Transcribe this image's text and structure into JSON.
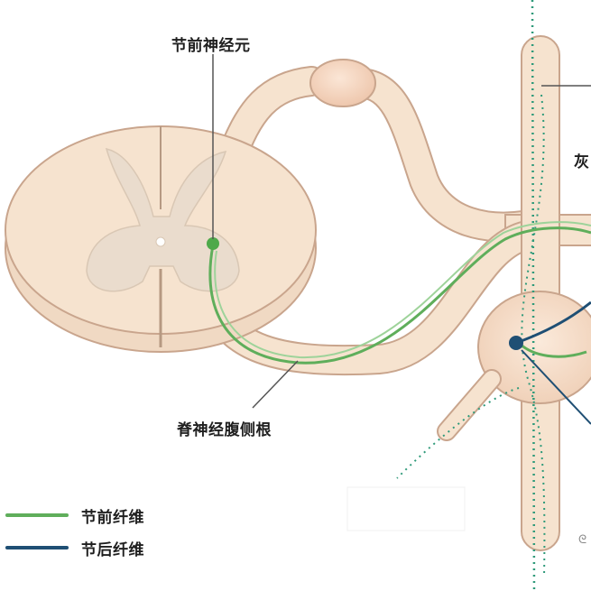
{
  "labels": {
    "preganglionic_neuron": "节前神经元",
    "ventral_root": "脊神经腹侧根",
    "gray_partial": "灰"
  },
  "legend": [
    {
      "text": "节前纤维",
      "color": "#5fae5b"
    },
    {
      "text": "节后纤维",
      "color": "#1f4f74"
    }
  ],
  "colors": {
    "tissue": "#f6e3cf",
    "tissue_edge": "#c9a58d",
    "gray_matter": "#eadccd",
    "pre_fiber": "#5fae5b",
    "post_fiber": "#1f4f74",
    "dotted": "#2f9a7a"
  }
}
